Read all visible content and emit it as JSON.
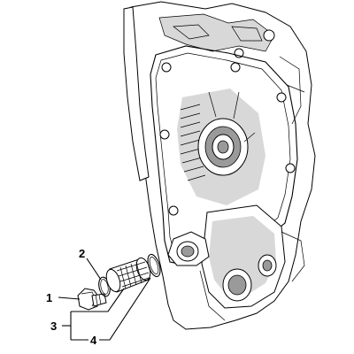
{
  "diagram": {
    "callouts": [
      {
        "id": "label-1",
        "text": "1"
      },
      {
        "id": "label-2",
        "text": "2"
      },
      {
        "id": "label-3",
        "text": "3"
      },
      {
        "id": "label-4",
        "text": "4"
      }
    ]
  }
}
